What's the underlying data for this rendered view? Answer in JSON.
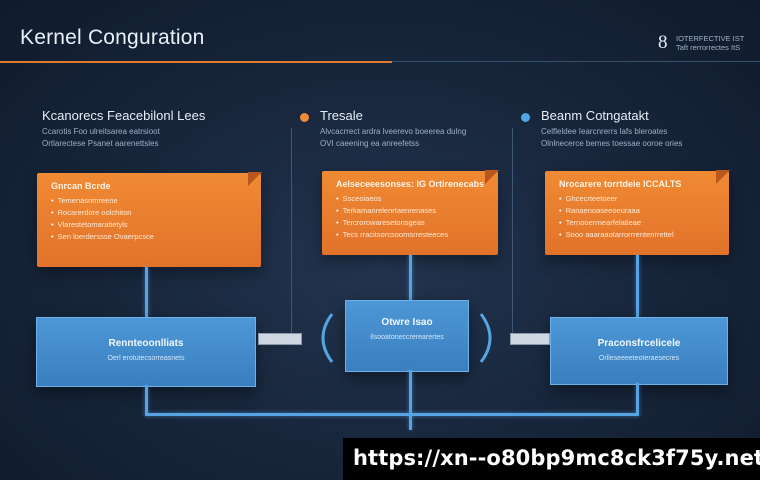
{
  "header": {
    "title": "Kernel Conguration",
    "badge_number": "8",
    "badge_text": "IOTERFECTIVE IST\nTaft rerrorrectes ItS"
  },
  "columns": [
    {
      "heading": "Kcanorecs Feacebilonl Lees",
      "description": "Ccarotis Foo ulreitsarea eatrsioot\nOrtlarectese Psanet aarenettsles",
      "dot_color": null,
      "card": {
        "title": "Gnrcan Bcrde",
        "items": [
          "Temenasnmreene",
          "Rocarerdore oolchiton",
          "Vlarestetomaratietyls",
          "Sen loerderssse Ovaerpcsce"
        ]
      },
      "box": {
        "title": "Rennteoonlliats",
        "subtitle": "Oerl erotutecsorreasnets"
      }
    },
    {
      "heading": "Tresale",
      "description": "Alvcacrrect ardra lveerevo boeerea dulng\nOVI caeening ea anreefetss",
      "dot_color": "#f08a33",
      "card": {
        "title": "Aelseceeesonses: IG Ortirenecabs",
        "items": [
          "Ssceoiaeos",
          "Terkamanrelenrtaenrenases",
          "Tercrorowaresetonsgeas",
          "Tecs rracitsorcsoomsrresteeces"
        ]
      },
      "box": {
        "title": "Otwre Isao",
        "subtitle": "Ilsooatoneccrerearertes"
      }
    },
    {
      "heading": "Beanm Cotngatakt",
      "description": "Celfleldee Iearcnrerrs lafs bleroates\nOlnlnecerce bemes toessae ooroe ories",
      "dot_color": "#4fa7e6",
      "card": {
        "title": "Nrocarere torrtdeie ICCALTS",
        "items": [
          "Ghcecrteetoeer",
          "Ranaenoaseeoeuraaa",
          "Ternooerrnearfelatieae",
          "Sooo aaaraaotarrorrrentenrrettel"
        ]
      },
      "box": {
        "title": "Praconsfrcelicele",
        "subtitle": "Orlleseeeeteoteraesecres"
      }
    }
  ],
  "watermark": "https://xn--o80bp9mc8ck3f75y.net"
}
